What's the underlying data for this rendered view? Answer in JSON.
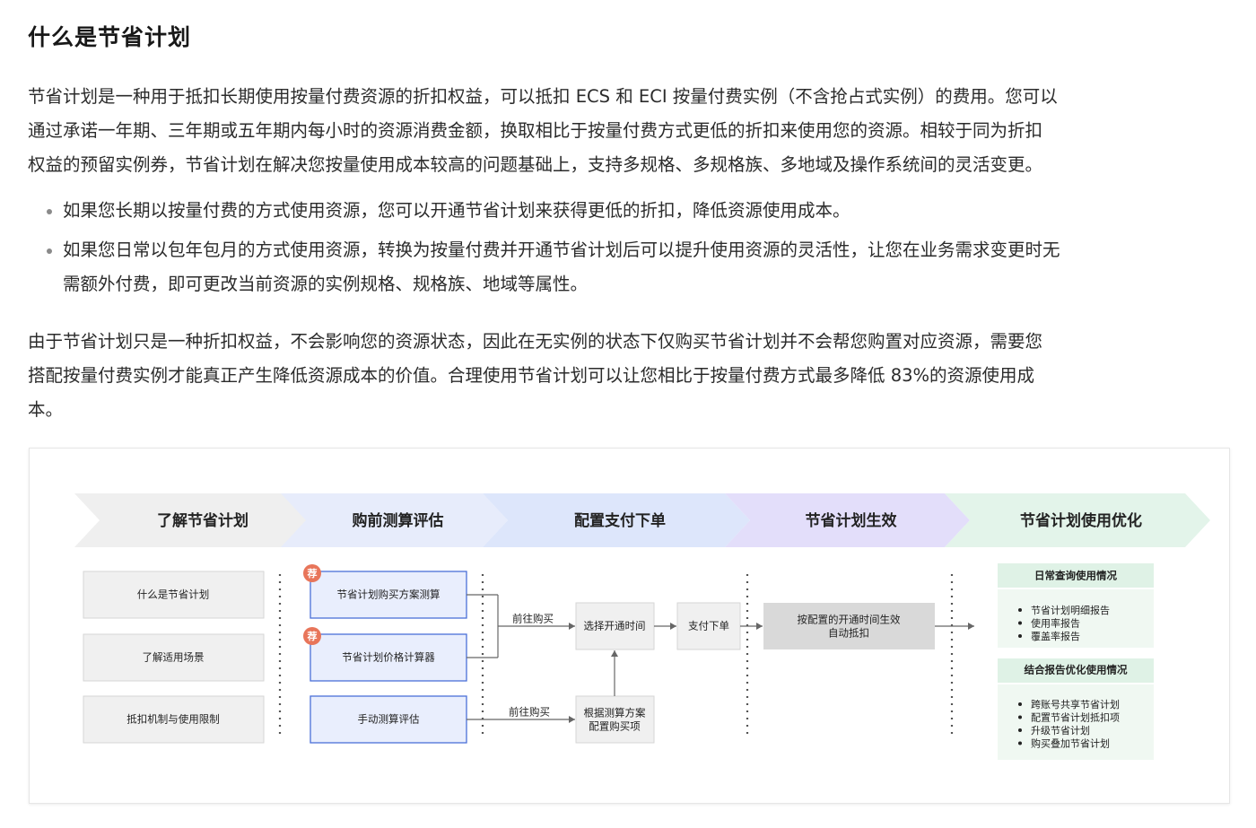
{
  "title": "什么是节省计划",
  "intro": [
    "节省计划是一种用于抵扣长期使用按量付费资源的折扣权益，可以抵扣 ECS 和 ECI 按量付费实例（不含抢占式实例）的费用。您可以",
    "通过承诺一年期、三年期或五年期内每小时的资源消费金额，换取相比于按量付费方式更低的折扣来使用您的资源。相较于同为折扣",
    "权益的预留实例券，节省计划在解决您按量使用成本较高的问题基础上，支持多规格、多规格族、多地域及操作系统间的灵活变更。"
  ],
  "bullets": [
    [
      "如果您长期以按量付费的方式使用资源，您可以开通节省计划来获得更低的折扣，降低资源使用成本。"
    ],
    [
      "如果您日常以包年包月的方式使用资源，转换为按量付费并开通节省计划后可以提升使用资源的灵活性，让您在业务需求变更时无",
      "需额外付费，即可更改当前资源的实例规格、规格族、地域等属性。"
    ]
  ],
  "closing": [
    "由于节省计划只是一种折扣权益，不会影响您的资源状态，因此在无实例的状态下仅购买节省计划并不会帮您购置对应资源，需要您",
    "搭配按量付费实例才能真正产生降低资源成本的价值。合理使用节省计划可以让您相比于按量付费方式最多降低 83%的资源使用成",
    "本。"
  ],
  "diagram": {
    "stages": [
      {
        "label": "了解节省计划",
        "color": "#efefef"
      },
      {
        "label": "购前测算评估",
        "color": "#e7ecfb"
      },
      {
        "label": "配置支付下单",
        "color": "#dde6fb"
      },
      {
        "label": "节省计划生效",
        "color": "#e3defa"
      },
      {
        "label": "节省计划使用优化",
        "color": "#e3f4ea"
      }
    ],
    "learn_boxes": [
      "什么是节省计划",
      "了解适用场景",
      "抵扣机制与使用限制"
    ],
    "estimate_boxes": [
      "节省计划购买方案测算",
      "节省计划价格计算器",
      "手动测算评估"
    ],
    "recommend_badge": "荐",
    "go_buy_label": "前往购买",
    "select_time": "选择开通时间",
    "pay_order": "支付下单",
    "config_by_plan": [
      "根据测算方案",
      "配置购买项"
    ],
    "effective": [
      "按配置的开通时间生效",
      "自动抵扣"
    ],
    "daily_title": "日常查询使用情况",
    "daily_items": [
      "节省计划明细报告",
      "使用率报告",
      "覆盖率报告"
    ],
    "optimize_title": "结合报告优化使用情况",
    "optimize_items": [
      "跨账号共享节省计划",
      "配置节省计划抵扣项",
      "升级节省计划",
      "购买叠加节省计划"
    ],
    "colors": {
      "stage_text": "#222222",
      "box_gray": "#f0f0f0",
      "box_gray_border": "#d6d6d6",
      "box_blue": "#e9eefd",
      "box_blue_border": "#4a6fd8",
      "badge": "#e8755a",
      "effective_box": "#d9d9d9",
      "green_title_bg": "#dff2e6",
      "green_body_bg": "#f0f8f2",
      "line": "#666666"
    }
  }
}
